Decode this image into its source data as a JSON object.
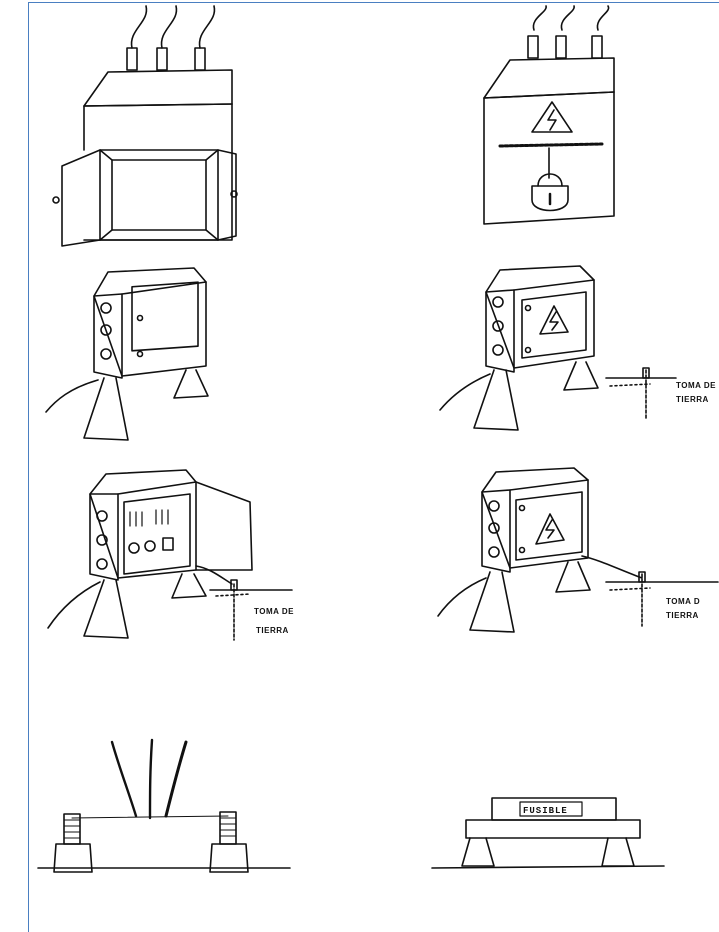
{
  "labels": {
    "earth_a_line1": "TOMA DE",
    "earth_a_line2": "TIERRA",
    "earth_b_line1": "TOMA DE",
    "earth_b_line2": "TIERRA",
    "earth_c_line1": "TOMA D",
    "earth_c_line2": "TIERRA",
    "fuse_label": "FUSIBLE"
  },
  "icons": {
    "warning": "lightning-warning-icon",
    "padlock": "padlock-icon"
  }
}
